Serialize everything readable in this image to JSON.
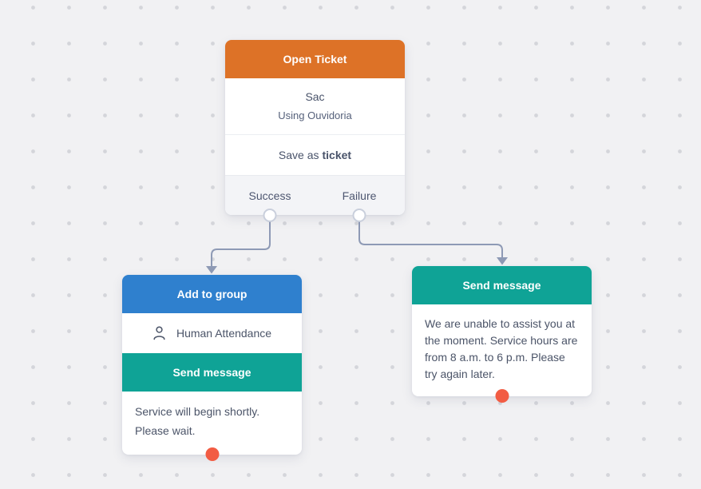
{
  "colors": {
    "background": "#f1f1f3",
    "grid_dot": "#d4d5da",
    "header_orange": "#dd7227",
    "header_blue": "#2f80ce",
    "header_teal": "#0fa396",
    "connector": "#8e9ab5",
    "connection_dot": "#f25c43",
    "body_text": "#4b5468"
  },
  "flow": {
    "open_ticket": {
      "title": "Open Ticket",
      "service_name": "Sac",
      "service_sub": "Using Ouvidoria",
      "action_prefix": "Save as",
      "action_bold": "ticket",
      "outputs": [
        {
          "label": "Success"
        },
        {
          "label": "Failure"
        }
      ]
    },
    "add_to_group": {
      "title": "Add to group",
      "group_name": "Human Attendance",
      "send_title": "Send message",
      "message": "Service will begin shortly. Please wait."
    },
    "send_message_failure": {
      "title": "Send message",
      "message": "We are unable to assist you at the moment. Service hours are from 8 a.m. to 6 p.m. Please try again later."
    }
  }
}
